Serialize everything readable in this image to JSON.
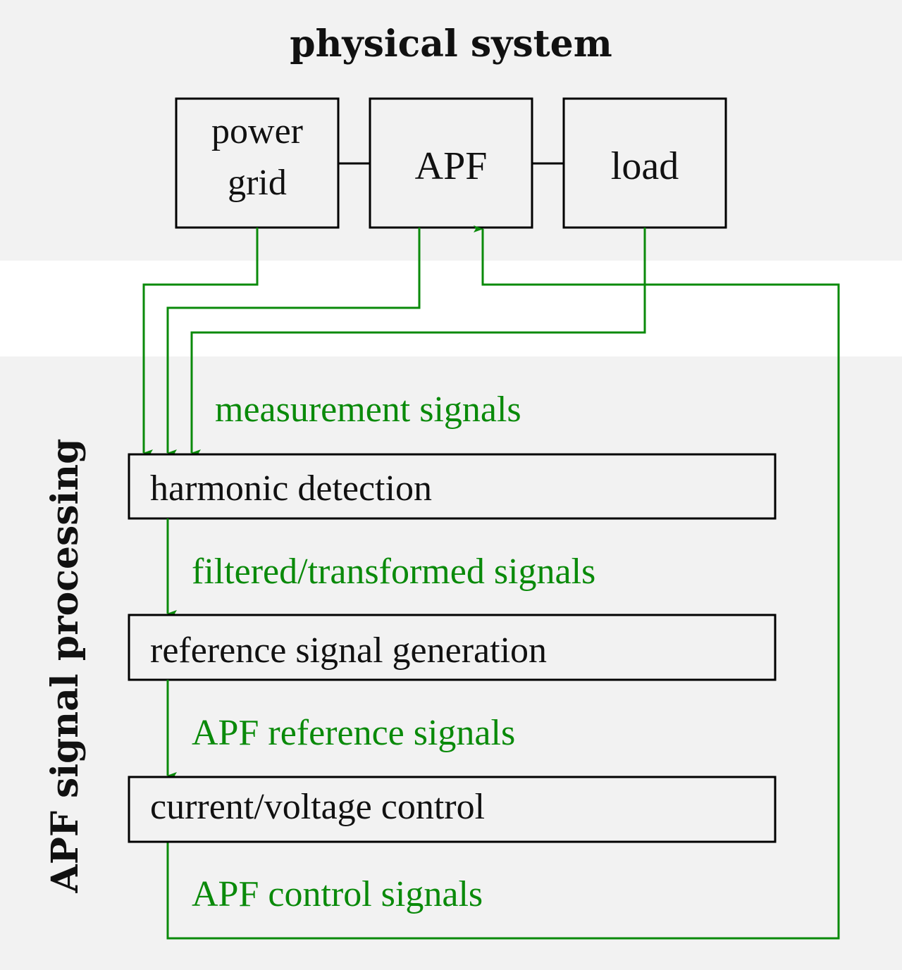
{
  "colors": {
    "band_background": "#f2f2f2",
    "page_background": "#ffffff",
    "box_stroke": "#000000",
    "box_fill": "#f2f2f2",
    "signal_green": "#0a8a0a",
    "text_black": "#111111"
  },
  "physical_system": {
    "title": "physical system",
    "blocks": [
      {
        "id": "power-grid",
        "lines": [
          "power",
          "grid"
        ]
      },
      {
        "id": "apf",
        "lines": [
          "APF"
        ]
      },
      {
        "id": "load",
        "lines": [
          "load"
        ]
      }
    ]
  },
  "signal_processing": {
    "title": "APF signal processing",
    "blocks": [
      {
        "id": "harmonic-detection",
        "label": "harmonic detection"
      },
      {
        "id": "reference-signal-generation",
        "label": "reference signal generation"
      },
      {
        "id": "current-voltage-control",
        "label": "current/voltage control"
      }
    ],
    "signal_labels": {
      "measurement": "measurement signals",
      "filtered": "filtered/transformed signals",
      "reference": "APF reference signals",
      "control": "APF control signals"
    }
  },
  "connections": [
    {
      "from": "power-grid",
      "to": "harmonic-detection",
      "kind": "measurement"
    },
    {
      "from": "apf",
      "to": "harmonic-detection",
      "kind": "measurement"
    },
    {
      "from": "load",
      "to": "harmonic-detection",
      "kind": "measurement"
    },
    {
      "from": "harmonic-detection",
      "to": "reference-signal-generation",
      "kind": "filtered"
    },
    {
      "from": "reference-signal-generation",
      "to": "current-voltage-control",
      "kind": "reference"
    },
    {
      "from": "current-voltage-control",
      "to": "apf",
      "kind": "control"
    },
    {
      "from": "power-grid",
      "to": "apf",
      "kind": "physical-link"
    },
    {
      "from": "apf",
      "to": "load",
      "kind": "physical-link"
    }
  ]
}
